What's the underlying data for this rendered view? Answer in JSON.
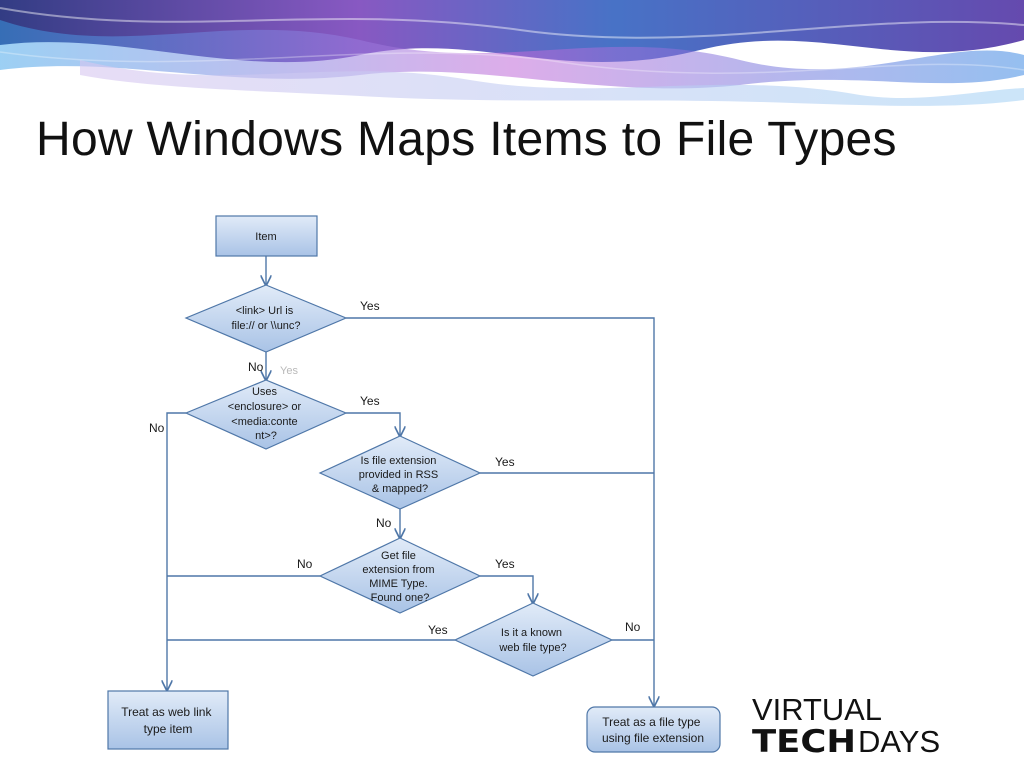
{
  "slide": {
    "title": "How Windows Maps Items to File Types"
  },
  "flowchart": {
    "nodes": {
      "item": "Item",
      "q_link_url": [
        "<link> Url is",
        "file:// or \\\\unc?"
      ],
      "q_enclosure": [
        "Uses",
        "<enclosure> or",
        "<media:conte",
        "nt>?"
      ],
      "q_ext_in_rss": [
        "Is file extension",
        "provided in RSS",
        "& mapped?"
      ],
      "q_mime": [
        "Get file",
        "extension from",
        "MIME Type.",
        "Found one?"
      ],
      "q_known_web": [
        "Is it a known",
        "web file type?"
      ],
      "result_web_link": [
        "Treat as web link",
        "type item"
      ],
      "result_file_type": [
        "Treat as a file type",
        "using file extension"
      ]
    },
    "edge_labels": {
      "link_yes": "Yes",
      "link_no": "No",
      "link_yes_faint": "Yes",
      "enclosure_yes": "Yes",
      "enclosure_no": "No",
      "ext_yes": "Yes",
      "ext_no": "No",
      "mime_no": "No",
      "mime_yes": "Yes",
      "known_yes": "Yes",
      "known_no": "No"
    }
  },
  "logo": {
    "line1": "VIRTUAL",
    "line2_bold": "TECH",
    "line2_light": "DAYS"
  },
  "colors": {
    "node_fill_top": "#e1ebf8",
    "node_fill_bottom": "#a9c3e6",
    "node_stroke": "#4f77a8",
    "banner_primary": "#5a2ca0",
    "banner_secondary": "#1f6fd0"
  }
}
